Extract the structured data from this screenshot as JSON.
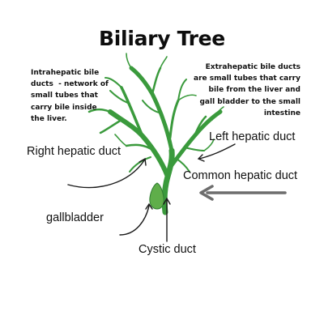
{
  "title": "Biliary Tree",
  "notes": {
    "intrahepatic": [
      "Intrahepatic bile",
      "ducts  - network of",
      "small tubes that",
      "carry bile inside",
      "the liver."
    ],
    "extrahepatic": [
      "Extrahepatic bile ducts",
      "are small tubes that carry",
      "bile from the liver and",
      "gall bladder to the small",
      "intestine"
    ]
  },
  "labels": {
    "right_hepatic_duct": "Right hepatic duct",
    "left_hepatic_duct": "Left hepatic duct",
    "common_hepatic_duct": "Common hepatic duct",
    "gallbladder": "gallbladder",
    "cystic_duct": "Cystic duct"
  },
  "colors": {
    "duct_green": "#3a9a3c",
    "gallbladder_green": "#5fae4a",
    "arrow": "#1a1a1a",
    "big_arrow": "#6d6d6d"
  }
}
